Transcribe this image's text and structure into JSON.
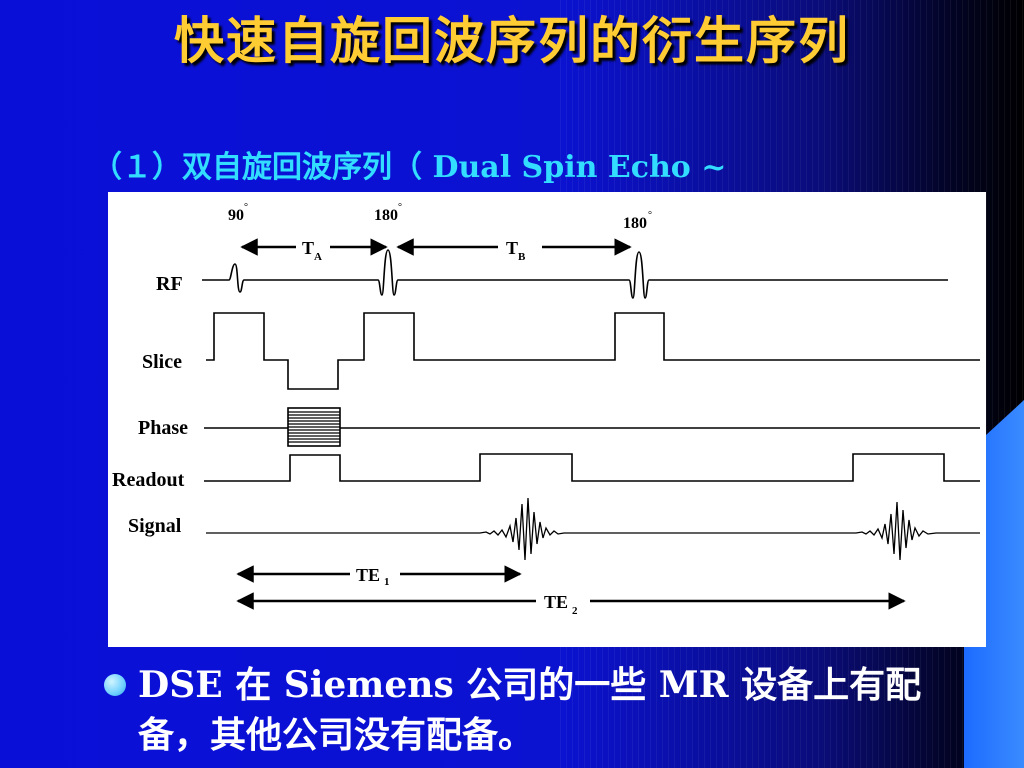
{
  "slide": {
    "title": "快速自旋回波序列的衍生序列",
    "subtitle": "（１）双自旋回波序列（ Dual Spin Echo ~",
    "colors": {
      "background": "#0b12d0",
      "title": "#ffcc33",
      "subtitle": "#33ddff",
      "body_text": "#ffffff"
    }
  },
  "diagram": {
    "pulses": {
      "p90": "90",
      "p180a": "180",
      "p180b": "180",
      "degree_mark": "°"
    },
    "intervals": {
      "ta": "T",
      "ta_sub": "A",
      "tb": "T",
      "tb_sub": "B",
      "te1": "TE",
      "te1_sub": "1",
      "te2": "TE",
      "te2_sub": "2"
    },
    "rows": {
      "rf": "RF",
      "slice": "Slice",
      "phase": "Phase",
      "readout": "Readout",
      "signal": "Signal"
    }
  },
  "bullets": [
    "DSE 在 Siemens 公司的一些 MR 设备上有配备，其他公司没有配备。"
  ]
}
